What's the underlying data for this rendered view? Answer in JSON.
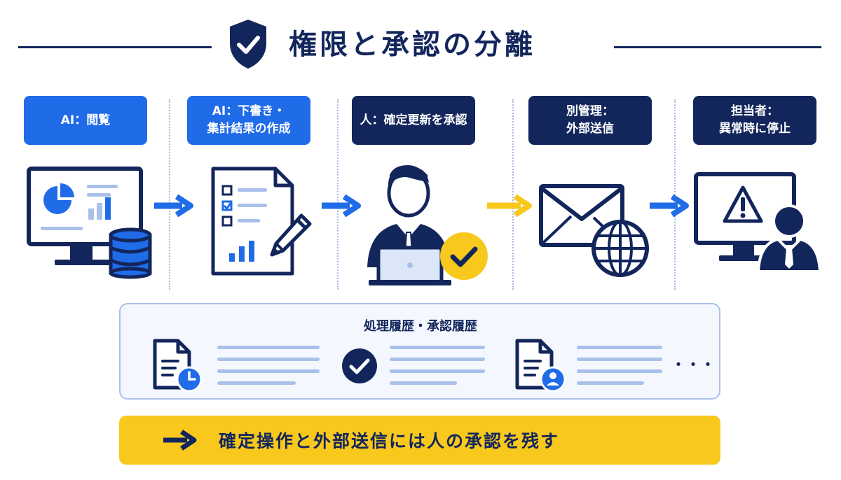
{
  "title": "権限と承認の分離",
  "steps": [
    {
      "label": "AI：閲覧"
    },
    {
      "label": "AI：下書き・\n集計結果の作成"
    },
    {
      "label": "人：確定更新を承認"
    },
    {
      "label": "別管理：\n外部送信"
    },
    {
      "label": "担当者：\n異常時に停止"
    }
  ],
  "history": {
    "title": "処理履歴・承認履歴",
    "ellipsis": "・・・"
  },
  "banner": {
    "text": "確定操作と外部送信には人の承認を残す"
  },
  "colors": {
    "navy": "#13265c",
    "blue": "#1f6be8",
    "light_blue": "#a9c1ea",
    "yellow": "#f8c81c"
  },
  "icons": [
    "shield-check-icon",
    "monitor-dashboard-icon",
    "database-icon",
    "checklist-document-icon",
    "pencil-icon",
    "person-laptop-icon",
    "check-badge-icon",
    "envelope-icon",
    "globe-icon",
    "warning-monitor-icon",
    "person-icon",
    "document-clock-icon",
    "check-circle-icon",
    "document-user-icon",
    "arrow-right-icon"
  ]
}
